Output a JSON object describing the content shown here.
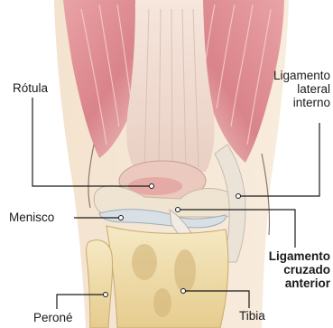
{
  "labels": {
    "rotula": "Rótula",
    "ligamento_lateral_interno": [
      "Ligamento",
      "lateral",
      "interno"
    ],
    "menisco": "Menisco",
    "ligamento_cruzado_anterior": [
      "Ligamento",
      "cruzado",
      "anterior"
    ],
    "perone": "Peroné",
    "tibia": "Tibia"
  },
  "colors": {
    "muscle": "#d9838a",
    "muscle_light": "#f0b9b8",
    "tendon": "#f2ddd0",
    "bone": "#efdca8",
    "bone_shadow": "#c9aa6e",
    "ligament": "#e8e0d6",
    "meniscus": "#d8e0e6",
    "leader_line": "#1a1a1a"
  }
}
